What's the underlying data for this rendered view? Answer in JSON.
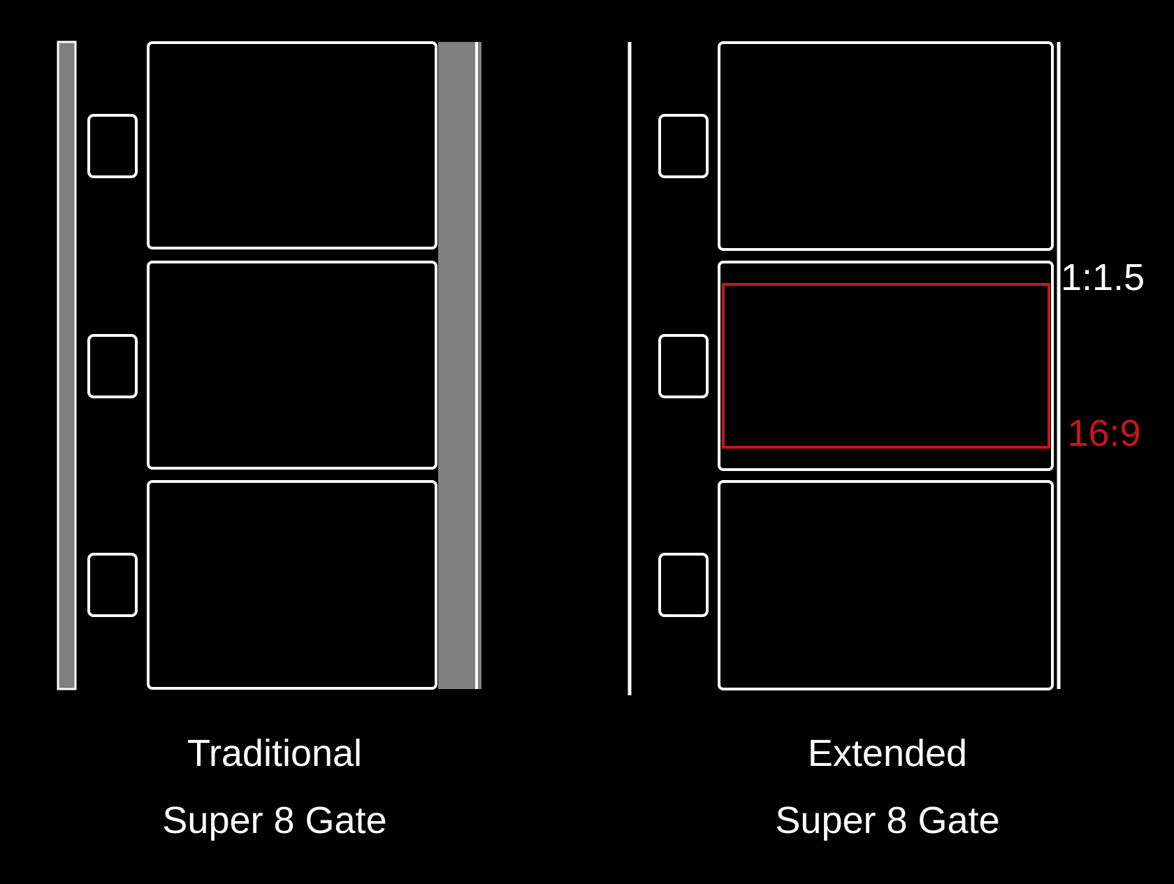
{
  "colors": {
    "background": "#000000",
    "outline": "#ffffff",
    "film_edge": "#808080",
    "highlight": "#c8161c",
    "label": "#ffffff"
  },
  "panels": [
    {
      "id": "traditional",
      "label_line1": "Traditional",
      "label_line2": "Super 8 Gate"
    },
    {
      "id": "extended",
      "label_line1": "Extended",
      "label_line2": "Super 8 Gate"
    }
  ],
  "annotations": {
    "full_ratio": "1:1.5",
    "wide_ratio": "16:9"
  }
}
